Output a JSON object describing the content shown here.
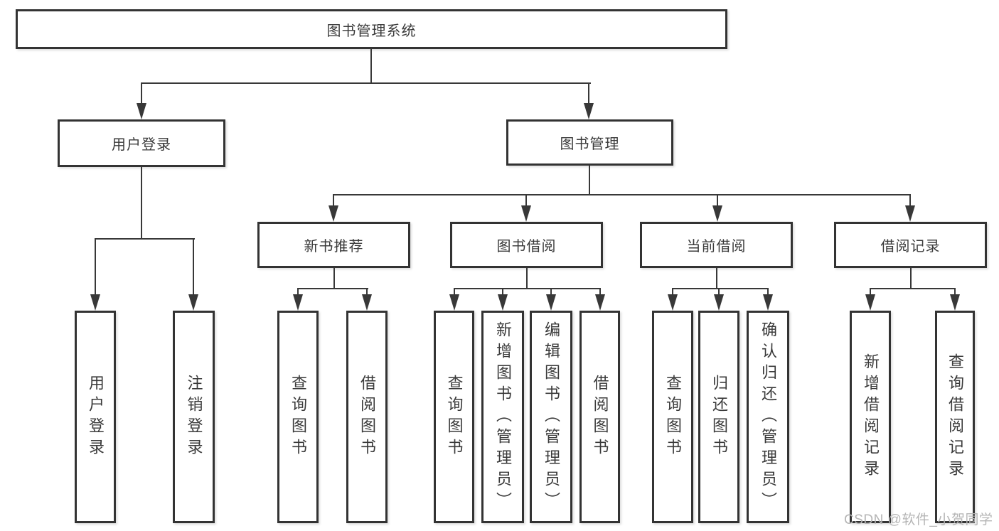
{
  "diagram": {
    "root": {
      "label": "图书管理系统"
    },
    "level2": [
      {
        "label": "用户登录"
      },
      {
        "label": "图书管理"
      }
    ],
    "level3": [
      {
        "label": "新书推荐"
      },
      {
        "label": "图书借阅"
      },
      {
        "label": "当前借阅"
      },
      {
        "label": "借阅记录"
      }
    ],
    "leaves": [
      {
        "label": "用户登录"
      },
      {
        "label": "注销登录"
      },
      {
        "label": "查询图书"
      },
      {
        "label": "借阅图书"
      },
      {
        "label": "查询图书"
      },
      {
        "label": "新增图书（管理员）"
      },
      {
        "label": "编辑图书（管理员）"
      },
      {
        "label": "借阅图书"
      },
      {
        "label": "查询图书"
      },
      {
        "label": "归还图书"
      },
      {
        "label": "确认归还（管理员）"
      },
      {
        "label": "新增借阅记录"
      },
      {
        "label": "查询借阅记录"
      }
    ],
    "watermark": "CSDN @软件_小贺同学",
    "colors": {
      "line": "#383838",
      "box_border": "#333333",
      "text": "#3a3a3a",
      "background": "#ffffff",
      "watermark": "#b5b5b5"
    }
  }
}
